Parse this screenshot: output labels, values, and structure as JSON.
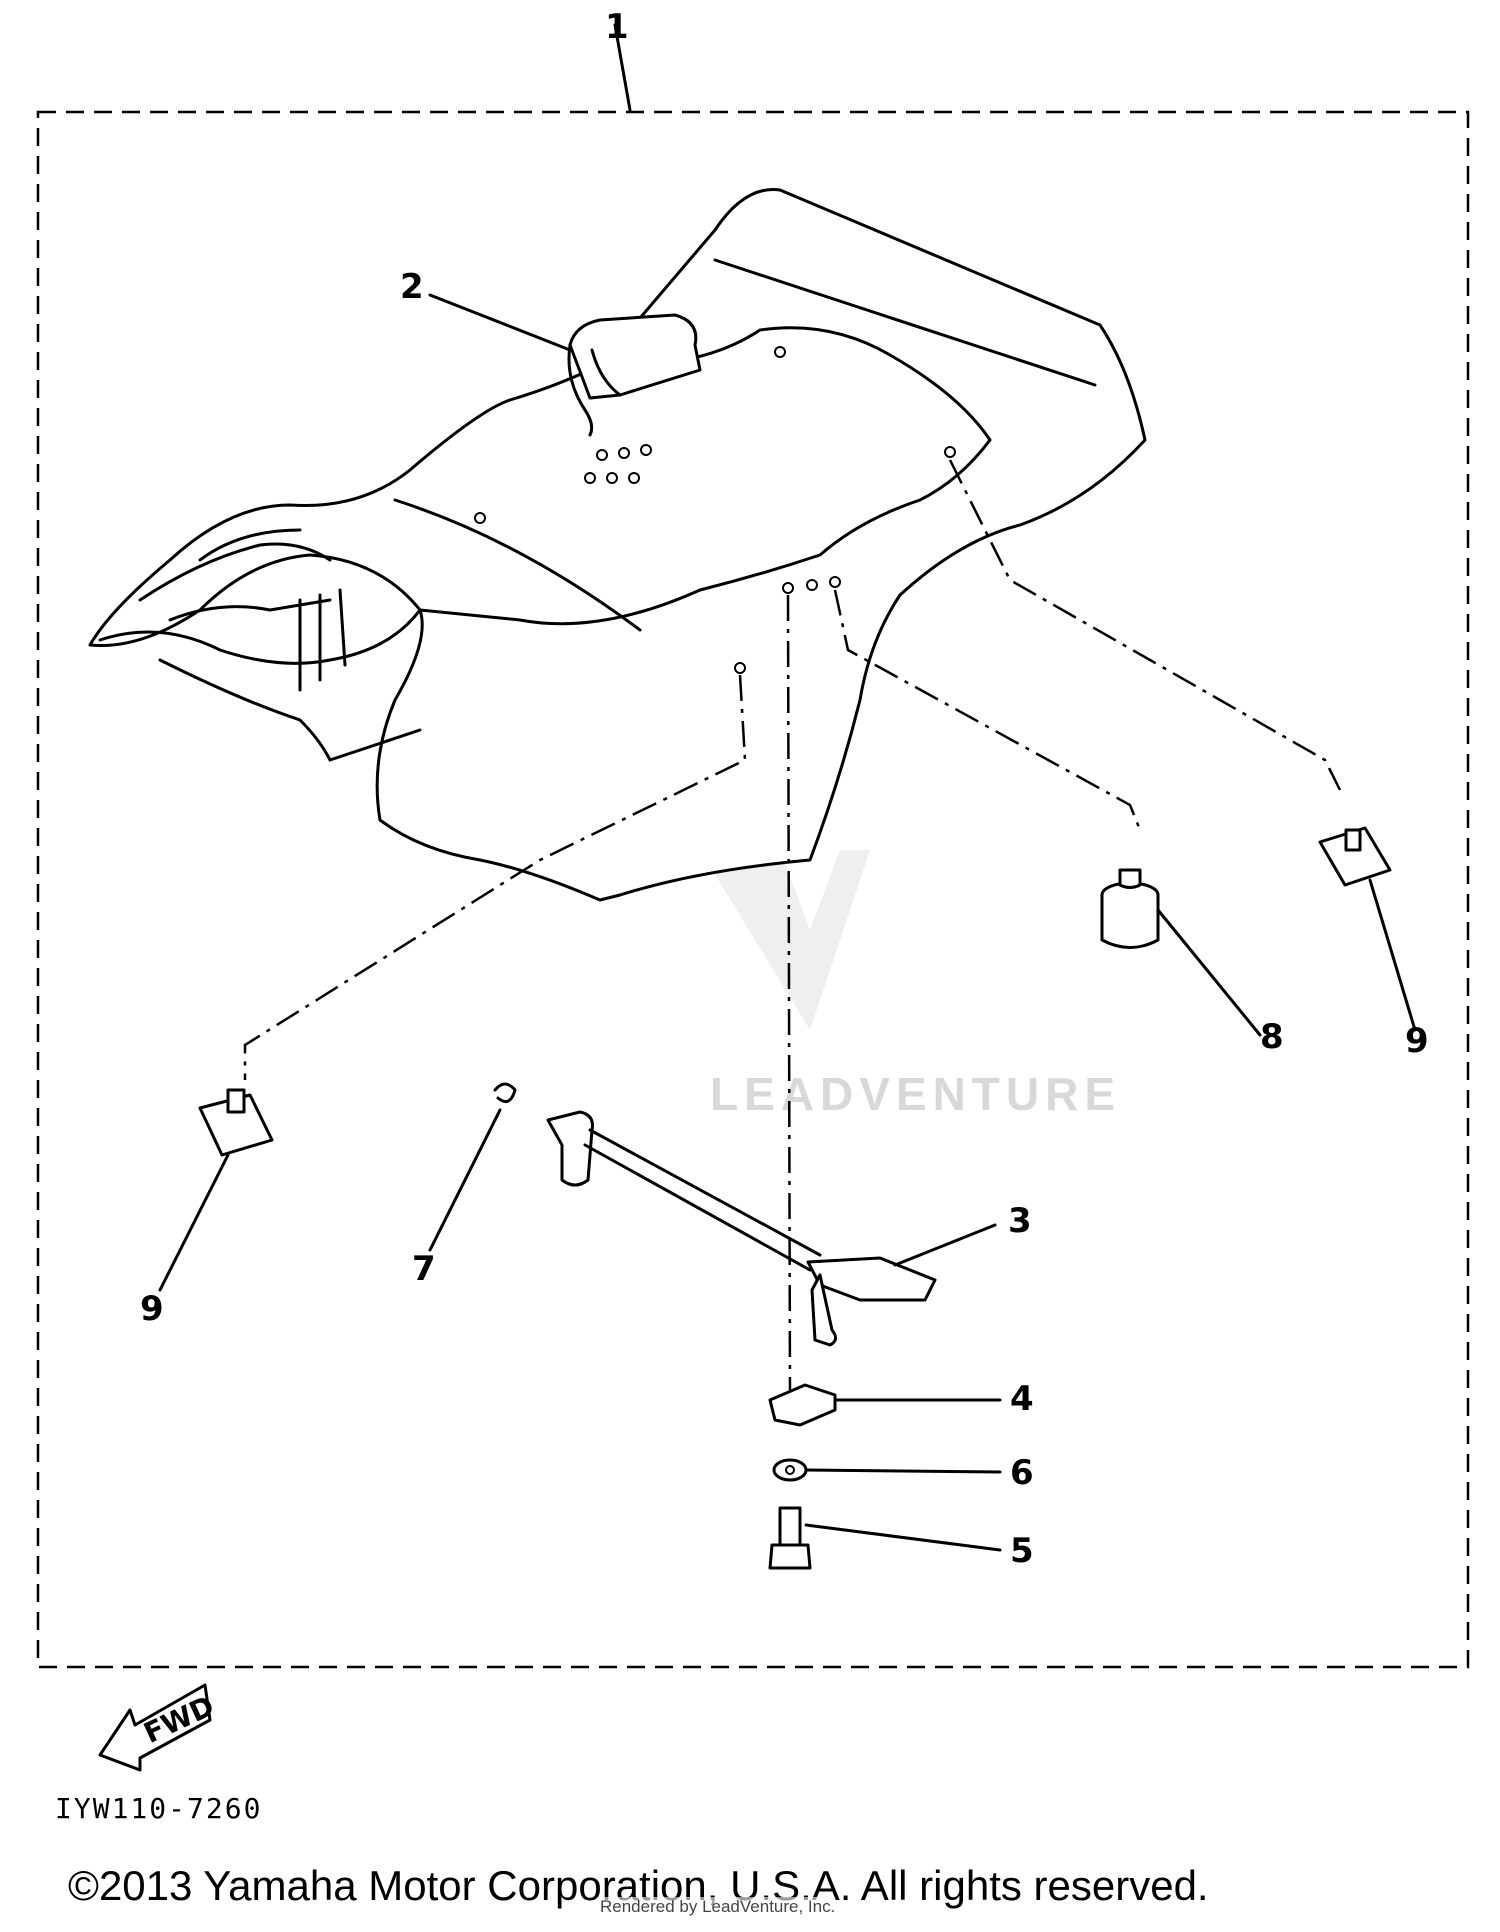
{
  "diagram": {
    "callouts": [
      {
        "id": "c1",
        "label": "1"
      },
      {
        "id": "c2",
        "label": "2"
      },
      {
        "id": "c3",
        "label": "3"
      },
      {
        "id": "c4",
        "label": "4"
      },
      {
        "id": "c5",
        "label": "5"
      },
      {
        "id": "c6",
        "label": "6"
      },
      {
        "id": "c7",
        "label": "7"
      },
      {
        "id": "c8",
        "label": "8"
      },
      {
        "id": "c9a",
        "label": "9"
      },
      {
        "id": "c9b",
        "label": "9"
      }
    ],
    "fwd_label": "FWD",
    "drawing_code": "IYW110-7260",
    "watermark": "LEADVENTURE"
  },
  "footer": {
    "copyright": "©2013 Yamaha Motor Corporation, U.S.A. All rights reserved.",
    "rendered_by": "Rendered by LeadVenture, Inc."
  }
}
